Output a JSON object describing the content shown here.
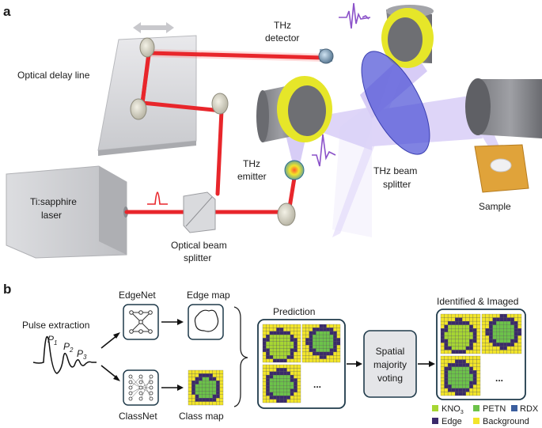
{
  "panel_a": {
    "letter": "a",
    "labels": {
      "delay_line": "Optical delay line",
      "thz_detector_1": "THz",
      "thz_detector_2": "detector",
      "thz_emitter_1": "THz",
      "thz_emitter_2": "emitter",
      "thz_splitter_1": "THz beam",
      "thz_splitter_2": "splitter",
      "laser_1": "Ti:sapphire",
      "laser_2": "laser",
      "optical_splitter_1": "Optical beam",
      "optical_splitter_2": "splitter",
      "sample": "Sample"
    }
  },
  "panel_b": {
    "letter": "b",
    "pulse_extraction": "Pulse extraction",
    "pulses": [
      "P",
      "P",
      "P"
    ],
    "pulse_subs": [
      "1",
      "2",
      "3"
    ],
    "edgenet": "EdgeNet",
    "classnet": "ClassNet",
    "edge_map": "Edge map",
    "class_map": "Class map",
    "prediction": "Prediction",
    "ellipsis": "...",
    "voting_1": "Spatial",
    "voting_2": "majority",
    "voting_3": "voting",
    "identified": "Identified & Imaged",
    "legend": [
      {
        "label": "KNO",
        "sub": "3",
        "color": "#a6d633"
      },
      {
        "label": "PETN",
        "color": "#6cc24a"
      },
      {
        "label": "RDX",
        "color": "#3b5e9e"
      },
      {
        "label": "Edge",
        "color": "#3b2a6b"
      },
      {
        "label": "Background",
        "color": "#f2e52a"
      }
    ]
  },
  "colors": {
    "beam": "#e8262b",
    "thz": "#b7a4ef",
    "mirror_yellow": "#e6e629",
    "splitter_blue": "#4a4fd6",
    "sample_orange": "#e0a33a",
    "box_border": "#1f3a4a"
  }
}
